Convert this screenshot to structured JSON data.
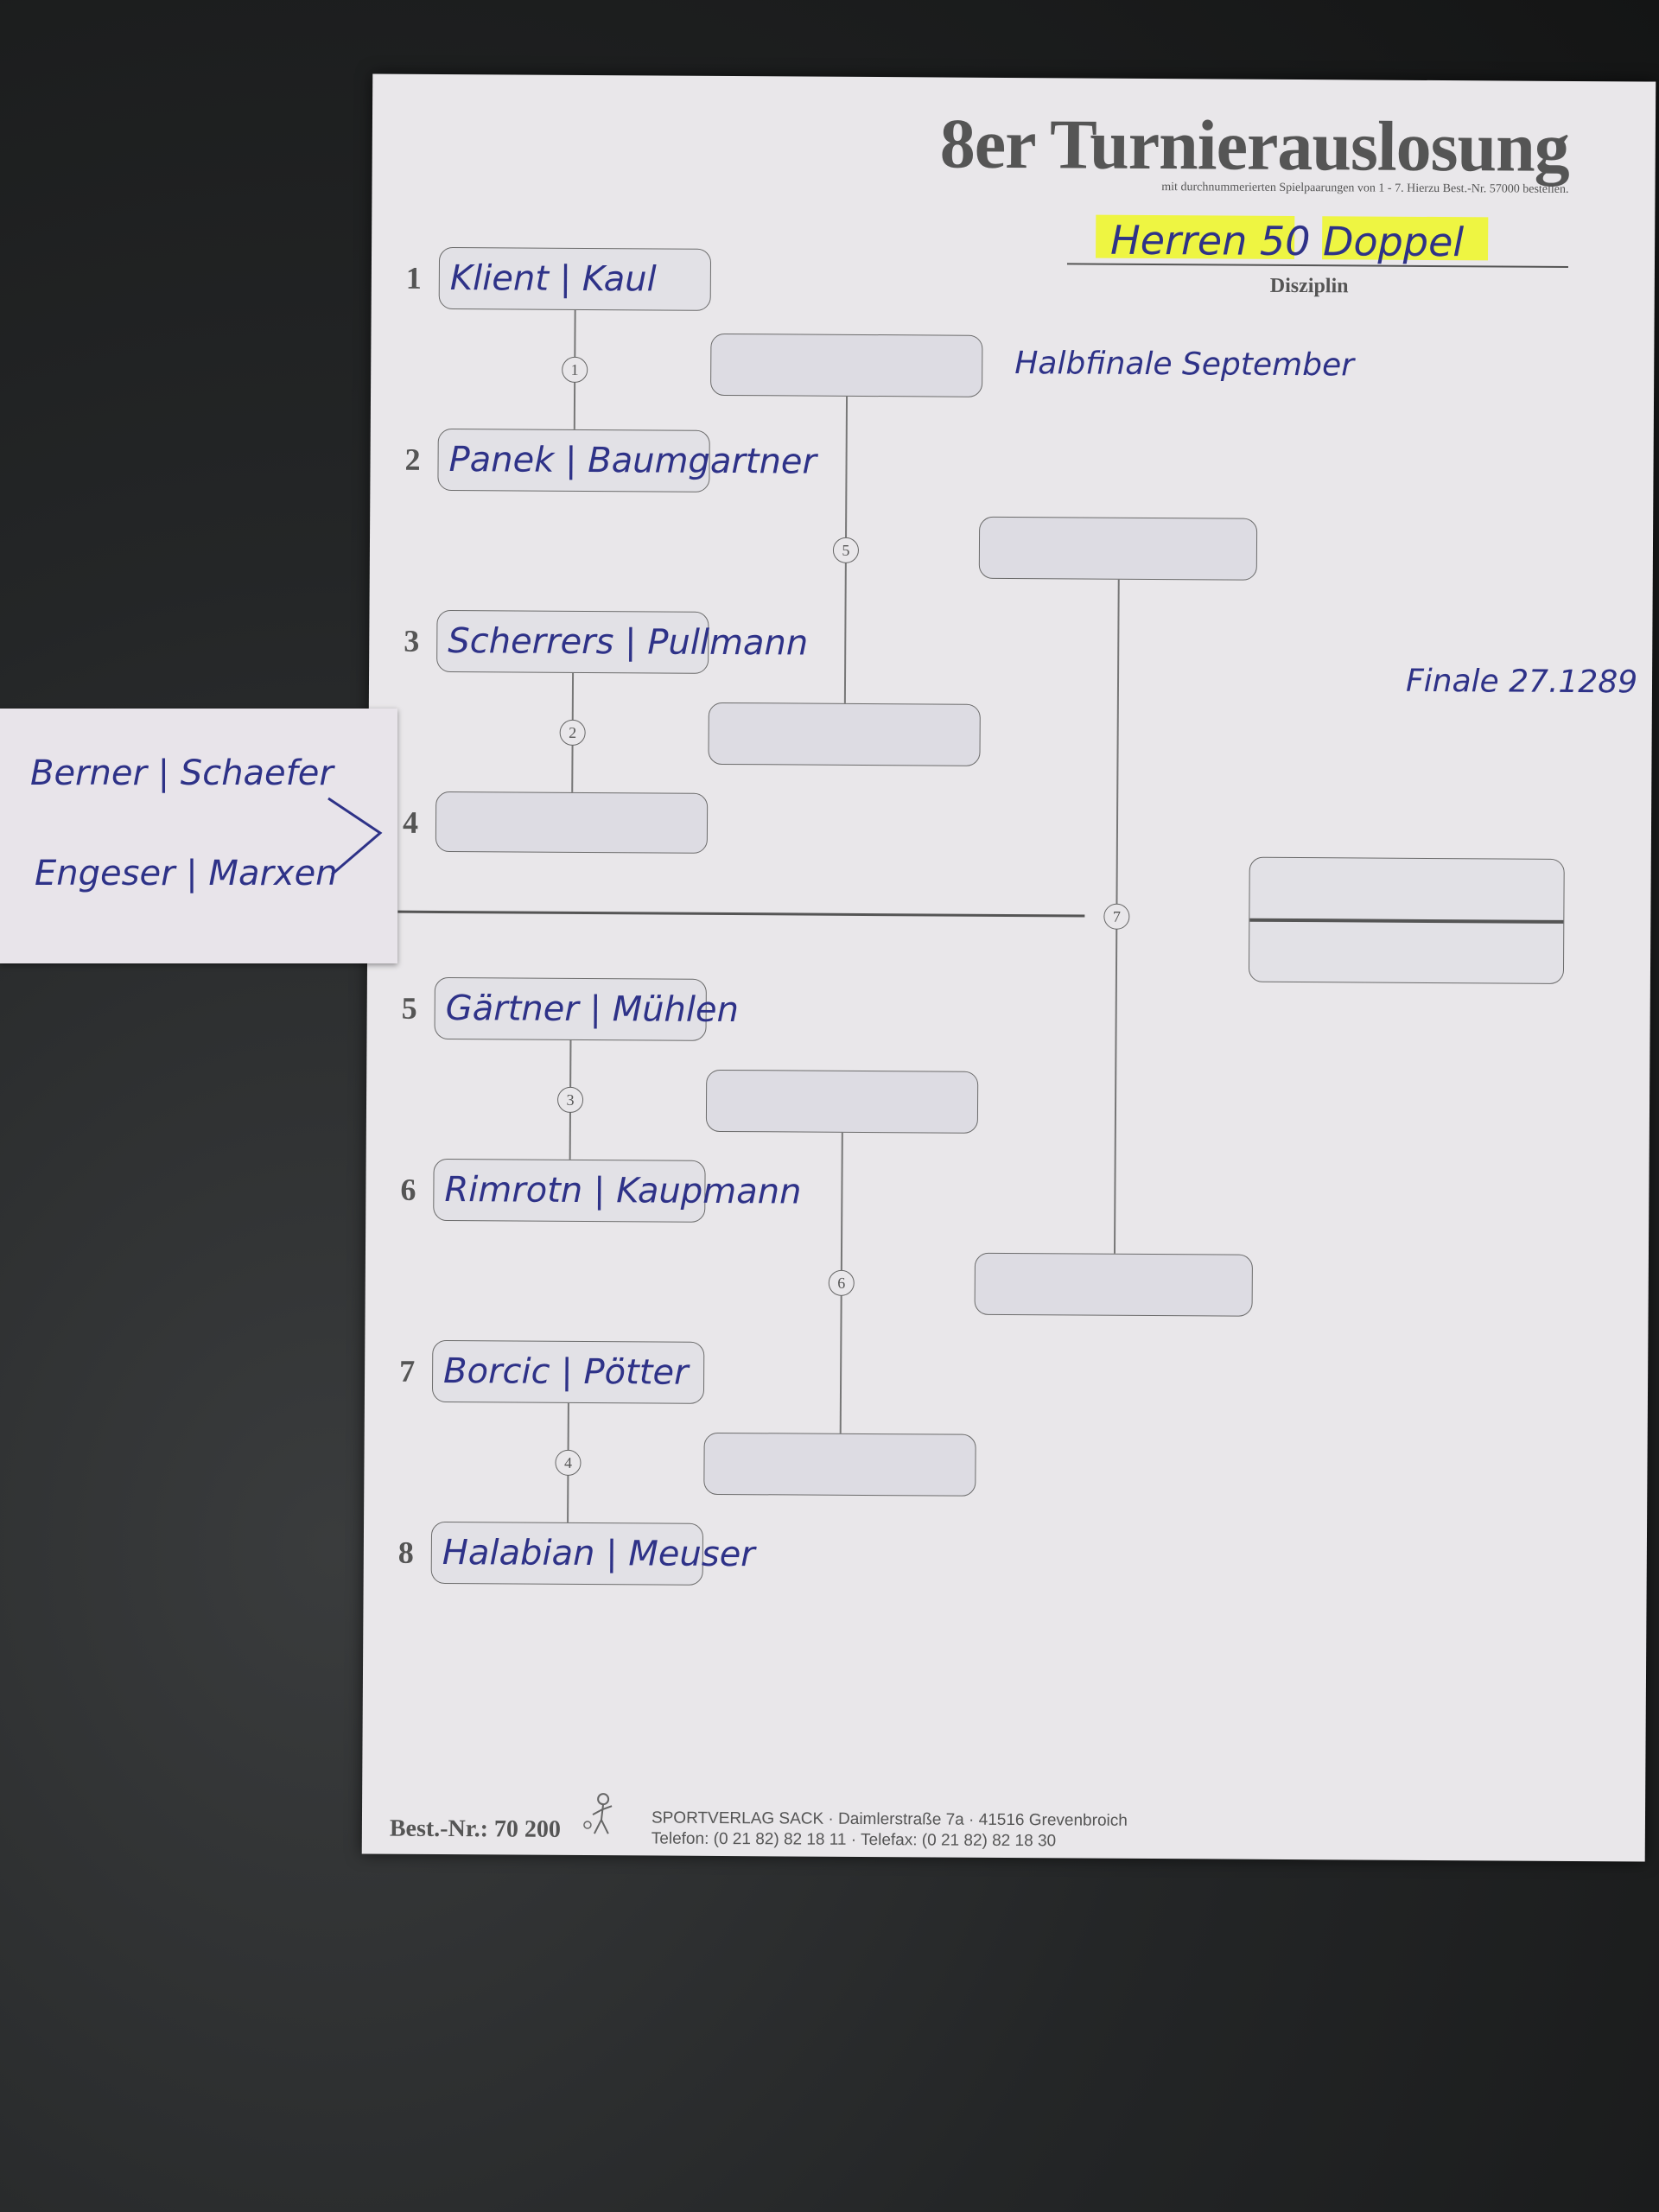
{
  "sheet": {
    "title": "8er Turnierauslosung",
    "subtitle": "mit durchnummerierten Spielpaarungen von 1 - 7. Hierzu Best.-Nr. 57000 bestellen.",
    "disziplin_value": "Herren 50 Doppel",
    "disziplin_label": "Disziplin",
    "highlight_color": "#eef542",
    "ink_color": "#2e3288"
  },
  "players": [
    {
      "num": "1",
      "name": "Klient | Kaul"
    },
    {
      "num": "2",
      "name": "Panek | Baumgartner"
    },
    {
      "num": "3",
      "name": "Scherrers | Pullmann"
    },
    {
      "num": "4",
      "name": ""
    },
    {
      "num": "5",
      "name": "Gärtner | Mühlen"
    },
    {
      "num": "6",
      "name": "Rimrotn | Kaupmann"
    },
    {
      "num": "7",
      "name": "Borcic | Pötter"
    },
    {
      "num": "8",
      "name": "Halabian | Meuser"
    }
  ],
  "matches": [
    "1",
    "2",
    "3",
    "4",
    "5",
    "6",
    "7"
  ],
  "notes": {
    "halbfinale": "Halbfinale September",
    "finale": "Finale 27.1289"
  },
  "strip": {
    "line1": "Berner | Schaefer",
    "line2": "Engeser | Marxen"
  },
  "footer": {
    "best_nr": "Best.-Nr.: 70 200",
    "publisher": "SPORTVERLAG SACK · Daimlerstraße 7a · 41516 Grevenbroich",
    "phone": "Telefon: (0 21 82) 82 18 11 · Telefax: (0 21 82) 82 18 30"
  }
}
